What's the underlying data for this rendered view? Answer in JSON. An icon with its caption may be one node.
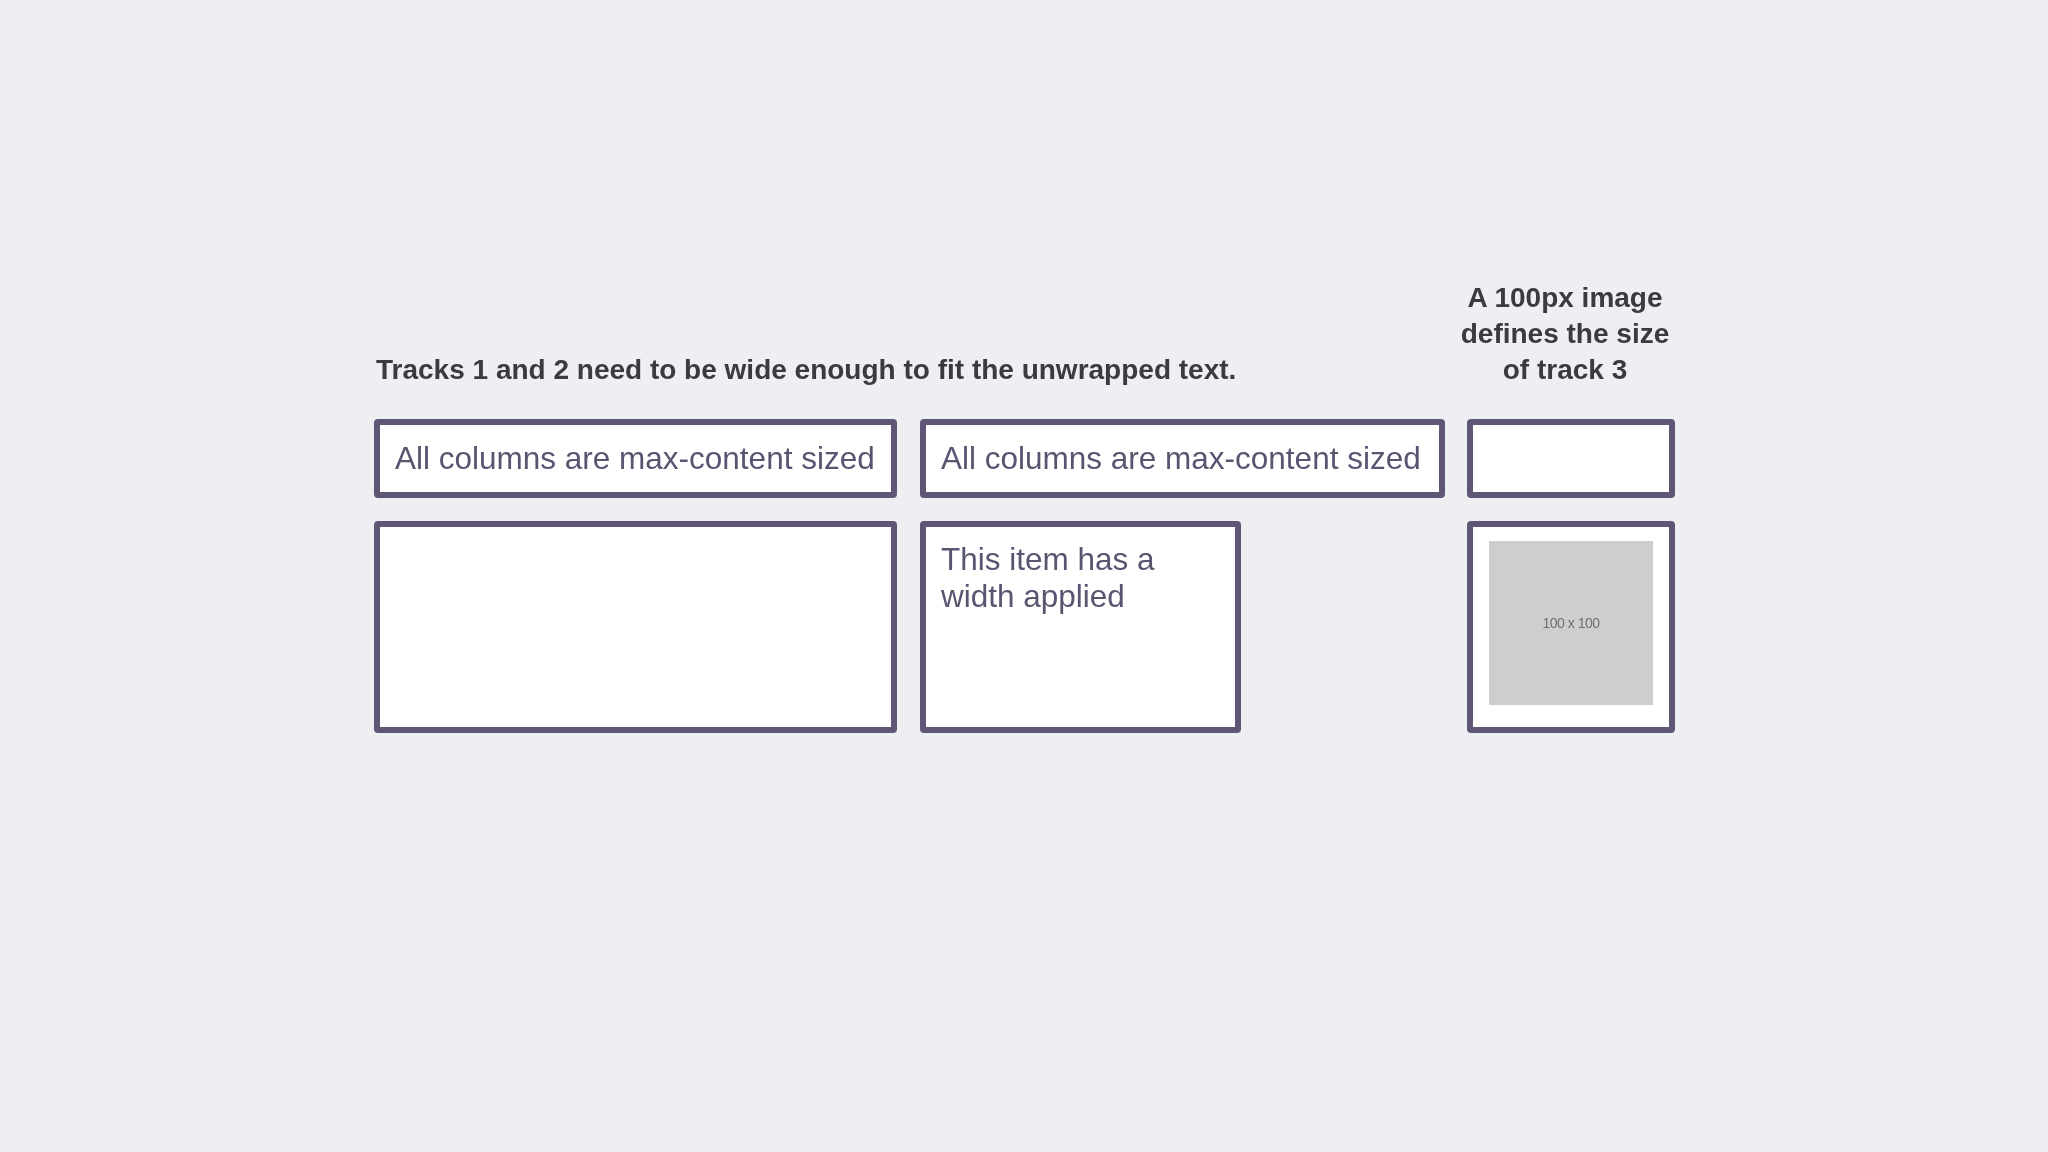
{
  "diagram": {
    "nodes": [
      {
        "text": [
          "All columns are max-content sized"
        ]
      },
      {
        "text": [
          "All columns are max-content sized"
        ]
      },
      {
        "text": [],
        "shape": "box"
      },
      {
        "text": [],
        "shape": "box"
      },
      {
        "text": [
          "This item has a width applied"
        ]
      },
      {
        "text": [],
        "shape": "box"
      },
      {
        "text": [
          "100 x 100"
        ],
        "in": 5
      }
    ],
    "edges": [],
    "labels": [
      "Tracks 1 and 2 need to be wide enough to fit the unwrapped text.",
      "A 100px image defines the size of track 3"
    ]
  }
}
